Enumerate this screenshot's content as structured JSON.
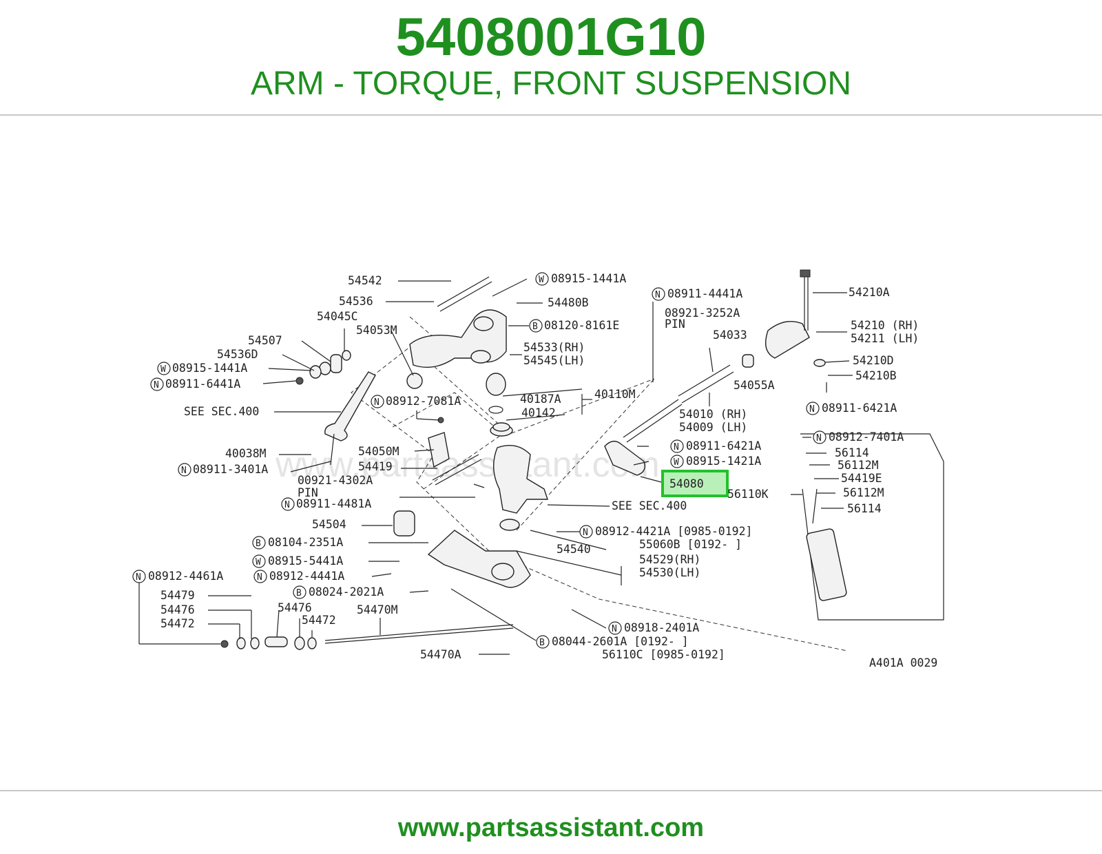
{
  "header": {
    "part_number": "5408001G10",
    "description": "ARM - TORQUE, FRONT SUSPENSION"
  },
  "footer": {
    "url": "www.partsassistant.com"
  },
  "colors": {
    "brand_green": "#1f8f1f",
    "highlight_border": "#22c12a",
    "highlight_fill": "#b9f0b9",
    "rule": "#c8c8c8"
  },
  "diagram": {
    "watermark": "www.partsassistant.com",
    "figure_code": "A401A 0029",
    "highlighted_part": "54080",
    "callouts": {
      "c54542": "54542",
      "c54536": "54536",
      "c54045c": "54045C",
      "c54053m": "54053M",
      "c54507": "54507",
      "c54536d": "54536D",
      "c08915_1441a_l": "08915-1441A",
      "c08911_6441a": "08911-6441A",
      "see_sec400_l": "SEE SEC.400",
      "c08915_1441a_t": "08915-1441A",
      "c54480b": "54480B",
      "c08120_8161e": "08120-8161E",
      "c54533rh": "54533(RH)",
      "c54545lh": "54545(LH)",
      "c08912_7081a": "08912-7081A",
      "c40187a": "40187A",
      "c40142": "40142",
      "c40110m": "40110M",
      "c40038m": "40038M",
      "c08911_3401a": "08911-3401A",
      "c54050m": "54050M",
      "c54419": "54419",
      "c00921_4302a": "00921-4302A",
      "pin_l": "PIN",
      "c08911_4481a": "08911-4481A",
      "c08911_4441a": "08911-4441A",
      "c08921_3252a": "08921-3252A",
      "pin_r": "PIN",
      "c54033": "54033",
      "c54055a": "54055A",
      "c54010rh": "54010 (RH)",
      "c54009lh": "54009 (LH)",
      "c08911_6421a_m": "08911-6421A",
      "c08915_1421a": "08915-1421A",
      "see_sec400_r": "SEE SEC.400",
      "c54210a": "54210A",
      "c54210rh": "54210 (RH)",
      "c54211lh": "54211 (LH)",
      "c54210d": "54210D",
      "c54210b": "54210B",
      "c08911_6421a_r": "08911-6421A",
      "c08912_7401a": "08912-7401A",
      "c56114a": "56114",
      "c56112m_a": "56112M",
      "c54419e": "54419E",
      "c56112m_b": "56112M",
      "c56114b": "56114",
      "c56110k": "56110K",
      "c54504": "54504",
      "c08104_2351a": "08104-2351A",
      "c08915_5441a": "08915-5441A",
      "c08912_4441a": "08912-4441A",
      "c08912_4461a": "08912-4461A",
      "c08024_2021a": "08024-2021A",
      "c08912_4421a": "08912-4421A [0985-0192]",
      "c55060b": "55060B [0192-      ]",
      "c54540": "54540",
      "c54529rh": "54529(RH)",
      "c54530lh": "54530(LH)",
      "c54479": "54479",
      "c54476a": "54476",
      "c54472a": "54472",
      "c54476b": "54476",
      "c54472b": "54472",
      "c54470m": "54470M",
      "c54470a": "54470A",
      "c08918_2401a": "08918-2401A",
      "c08044_2601a": "08044-2601A [0192-      ]",
      "c56110c": "56110C [0985-0192]"
    },
    "prefix_letters": {
      "n": "N",
      "w": "W",
      "b": "B"
    }
  }
}
